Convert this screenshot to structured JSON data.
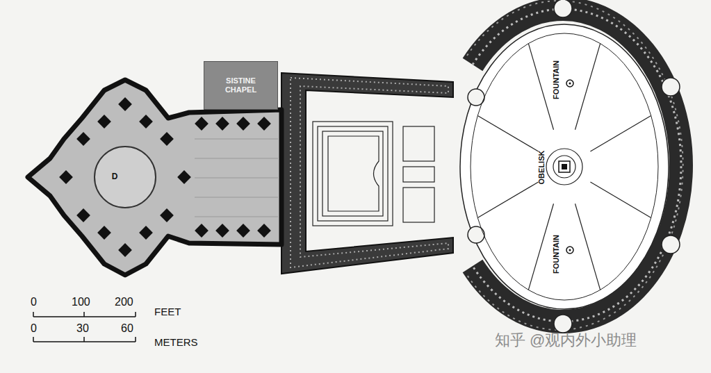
{
  "diagram": {
    "nodes": [
      {
        "text": [
          "SISTINE CHAPEL"
        ]
      },
      {
        "text": [
          "D"
        ]
      }
    ],
    "labels": [
      "FOUNTAIN",
      "OBELISK",
      "FOUNTAIN",
      "0",
      "100",
      "200",
      "FEET",
      "0",
      "30",
      "60",
      "METERS",
      "知乎 @观内外小助理"
    ]
  }
}
